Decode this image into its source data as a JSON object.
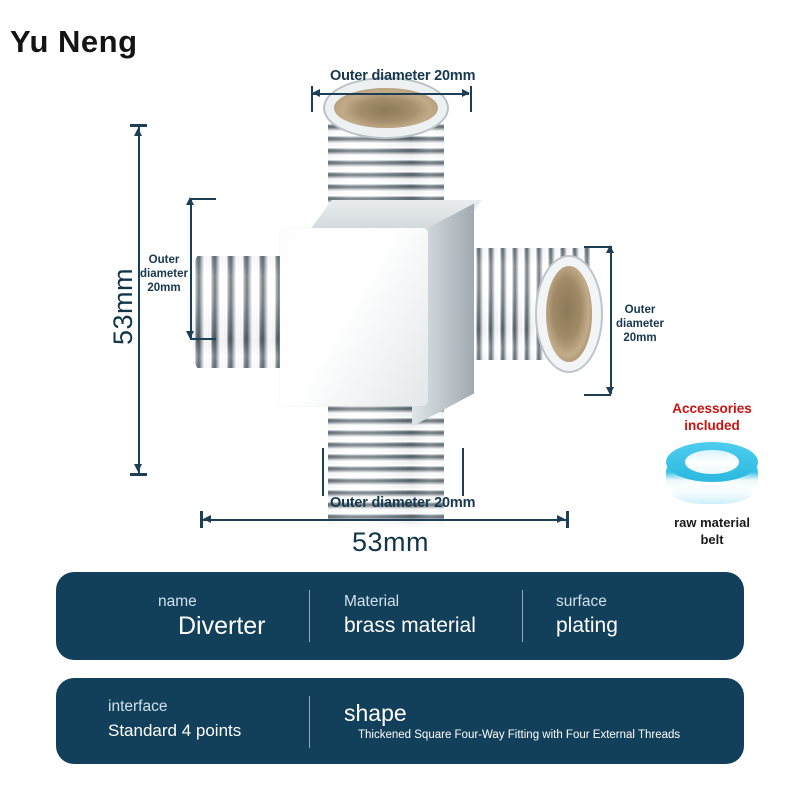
{
  "brand": "Yu Neng",
  "dimensions": {
    "top_label": "Outer diameter 20mm",
    "left_label": "Outer diameter 20mm",
    "right_label": "Outer diameter 20mm",
    "bottom_label": "Outer diameter 20mm",
    "height_label": "53mm",
    "width_label": "53mm"
  },
  "accessory": {
    "title_line1": "Accessories",
    "title_line2": "included",
    "caption_line1": "raw material",
    "caption_line2": "belt",
    "color": "#35c2e6",
    "title_color": "#cc1111"
  },
  "specs": {
    "panel_color": "#12405a",
    "row1": [
      {
        "label": "name",
        "value": "Diverter"
      },
      {
        "label": "Material",
        "value": "brass material"
      },
      {
        "label": "surface",
        "value": "plating"
      }
    ],
    "row2": [
      {
        "label": "interface",
        "value": "Standard 4 points"
      },
      {
        "label": "shape",
        "value": "Thickened Square Four-Way Fitting with Four External Threads"
      }
    ]
  }
}
